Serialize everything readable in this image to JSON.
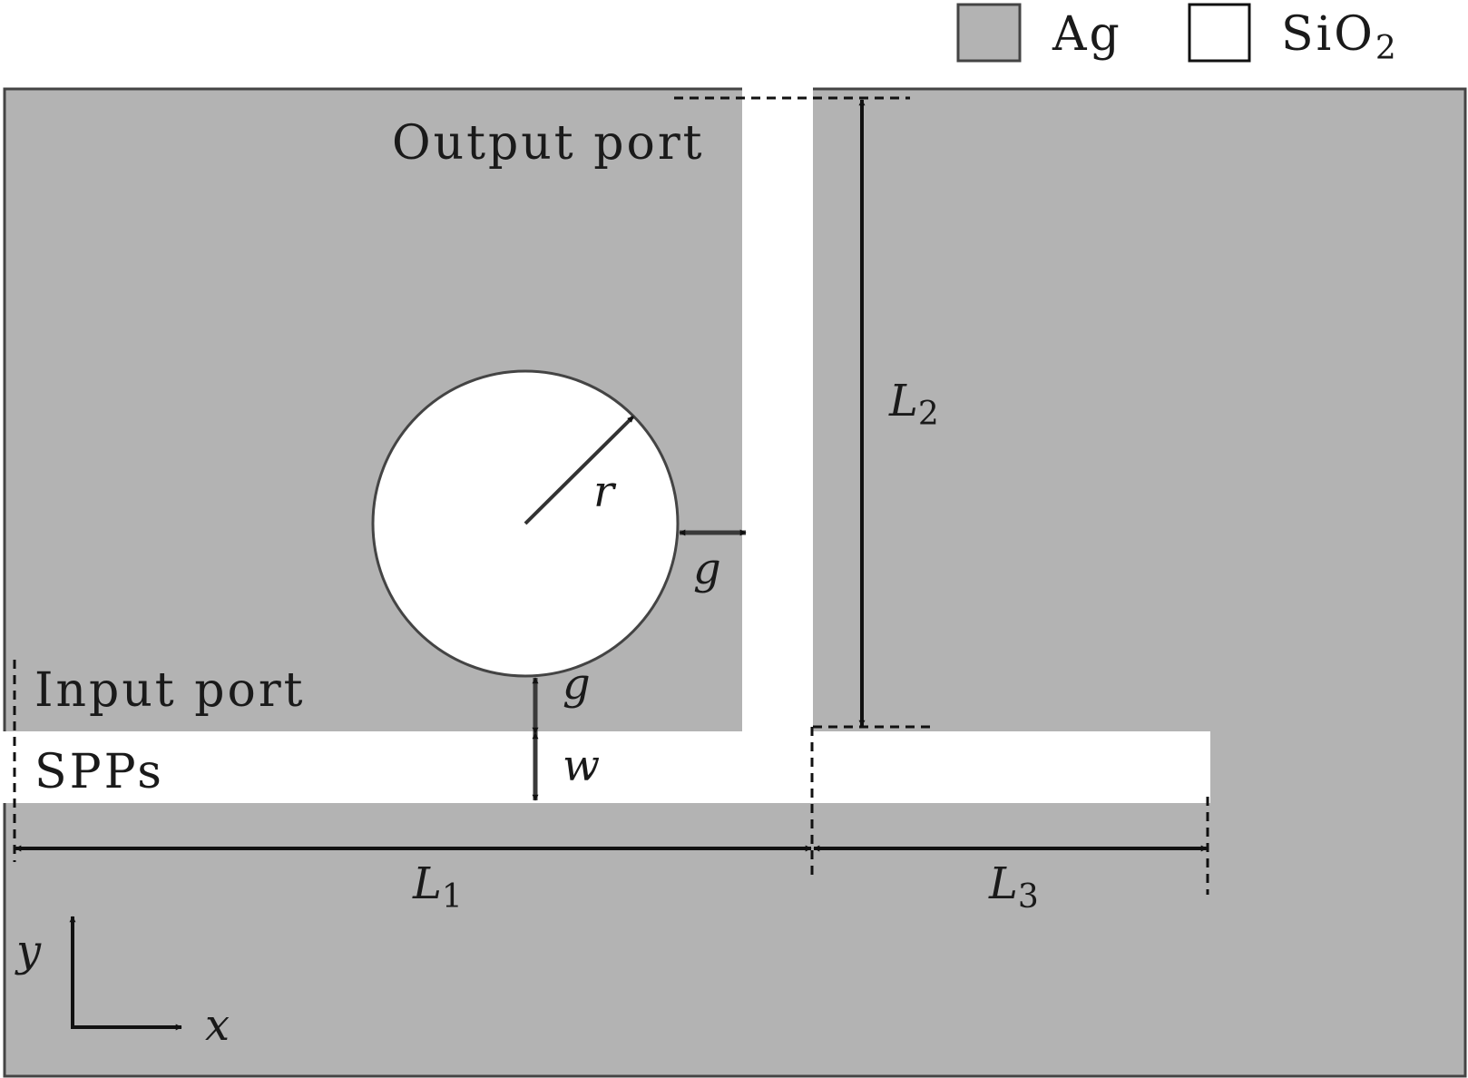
{
  "colors": {
    "ag_fill": "#b3b3b3",
    "sio2_fill": "#ffffff",
    "outline": "#444444",
    "arrow": "#111111",
    "arrow_gray": "#3a3a3a"
  },
  "legend": {
    "ag_label": "Ag",
    "sio2_label": "SiO",
    "sio2_subscript": "2"
  },
  "labels": {
    "output_port": "Output port",
    "input_port": "Input port",
    "spps": "SPPs"
  },
  "dimensions": {
    "radius": "r",
    "gap_right": "g",
    "gap_bottom": "g",
    "width": "w",
    "L1": {
      "symbol": "L",
      "subscript": "1"
    },
    "L2": {
      "symbol": "L",
      "subscript": "2"
    },
    "L3": {
      "symbol": "L",
      "subscript": "3"
    }
  },
  "axes": {
    "x_label": "x",
    "y_label": "y"
  }
}
